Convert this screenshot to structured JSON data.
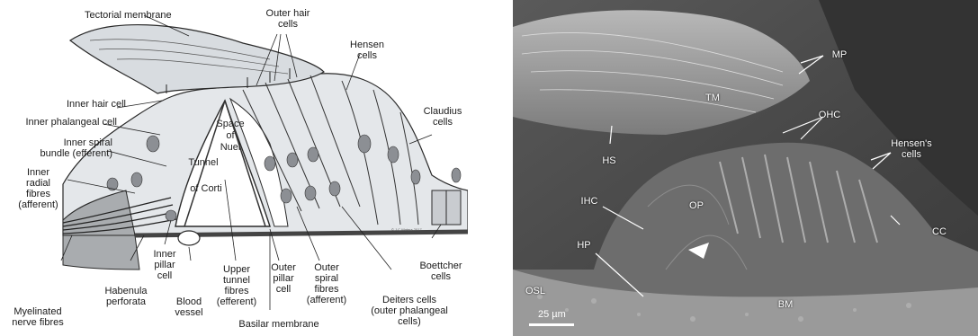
{
  "left_panel": {
    "labels": {
      "tectorial_membrane": "Tectorial membrane",
      "outer_hair_cells": "Outer hair\ncells",
      "hensen_cells": "Hensen\ncells",
      "claudius_cells": "Claudius\ncells",
      "inner_hair_cell": "Inner hair cell",
      "inner_phalangeal_cell": "Inner phalangeal cell",
      "inner_spiral_bundle": "Inner spiral\nbundle (efferent)",
      "inner_radial_fibres": "Inner\nradial\nfibres\n(afferent)",
      "space_of_nuel": "Space\nof\nNuel",
      "tunnel": "Tunnel",
      "of_corti": "of Corti",
      "myelinated_nerve_fibres": "Myelinated\nnerve fibres",
      "habenula_perforata": "Habenula\nperforata",
      "inner_pillar_cell": "Inner\npillar\ncell",
      "blood_vessel": "Blood\nvessel",
      "upper_tunnel_fibres": "Upper\ntunnel\nfibres\n(efferent)",
      "outer_pillar_cell": "Outer\npillar\ncell",
      "outer_spiral_fibres": "Outer\nspiral\nfibres\n(afferent)",
      "deiters_cells": "Deiters cells\n(outer phalangeal\ncells)",
      "basilar_membrane": "Basilar membrane",
      "boettcher_cells": "Boettcher\ncells",
      "copyright": "© J C Waters 2017"
    },
    "colors": {
      "tissue": "#e4e7ea",
      "nucleus": "#8c8f94",
      "line": "#2a2a2a",
      "tm": "#d8dce0"
    }
  },
  "right_panel": {
    "labels": {
      "mp": "MP",
      "tm": "TM",
      "ohc": "OHC",
      "hensens_cells": "Hensen's\ncells",
      "hs": "HS",
      "ihc": "IHC",
      "op": "OP",
      "hp": "HP",
      "cc": "CC",
      "osl": "OSL",
      "bm": "BM",
      "scale_bar": "25 µm"
    },
    "colors": {
      "background": "#4a4a4a",
      "label": "#ffffff"
    }
  }
}
